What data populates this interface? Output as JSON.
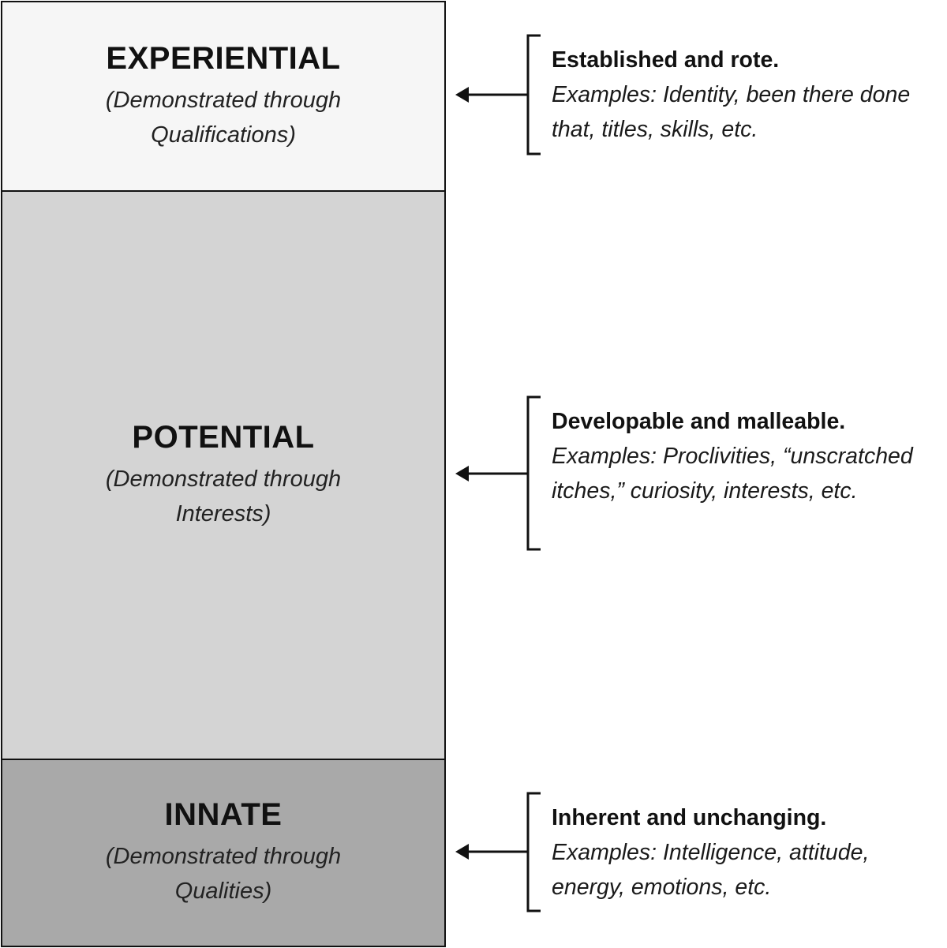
{
  "tiers": [
    {
      "title": "EXPERIENTIAL",
      "subtitle": "(Demonstrated through Qualifications)",
      "color": "#f6f6f6"
    },
    {
      "title": "POTENTIAL",
      "subtitle": "(Demonstrated through Interests)",
      "color": "#d4d4d4"
    },
    {
      "title": "INNATE",
      "subtitle": "(Demonstrated through Qualities)",
      "color": "#a9a9a9"
    }
  ],
  "notes": [
    {
      "heading": "Established and rote.",
      "body": "Examples: Identity, been there done that, titles, skills, etc."
    },
    {
      "heading": "Developable and malleable.",
      "body": "Examples: Proclivities, “unscratched itches,” curiosity, interests, etc."
    },
    {
      "heading": "Inherent and unchanging.",
      "body": "Examples: Intelligence, attitude, energy, emotions, etc."
    }
  ]
}
